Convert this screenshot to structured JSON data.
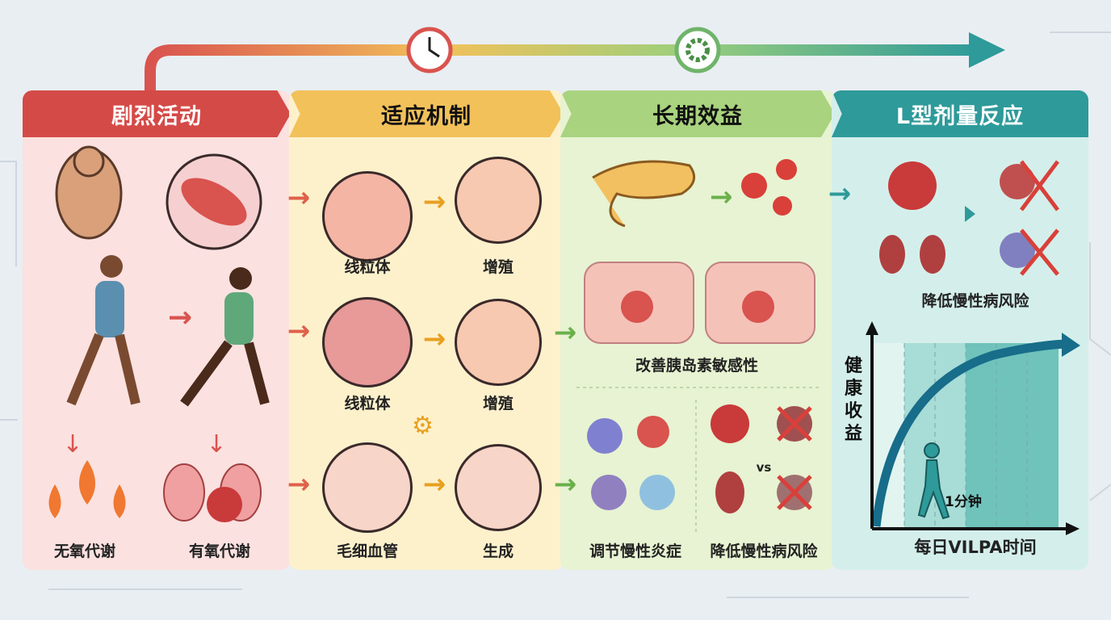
{
  "timeline": {
    "icons": [
      "clock-icon",
      "gear-icon"
    ],
    "colors": [
      "#d9534f",
      "#f2c15a",
      "#7cc07a",
      "#2e9a9a"
    ]
  },
  "panels": [
    {
      "title": "剧烈活动",
      "color": "#d44a47",
      "bg": "#fbe1e0",
      "labels": [
        "无氧代谢",
        "有氧代谢"
      ]
    },
    {
      "title": "适应机制",
      "color": "#f2c15a",
      "bg": "#fdf1cc",
      "labels": [
        "线粒体",
        "增殖",
        "线粒体",
        "增殖",
        "毛细血管",
        "生成"
      ]
    },
    {
      "title": "长期效益",
      "color": "#a9d37f",
      "bg": "#e7f3d2",
      "labels": [
        "改善胰岛素敏感性",
        "调节慢性炎症",
        "降低慢性病风险",
        "vs"
      ]
    },
    {
      "title": "L型剂量反应",
      "color": "#2e9a9a",
      "bg": "#d4efeb",
      "labels": [
        "降低慢性病风险"
      ]
    }
  ],
  "chart": {
    "ylabel": "健康收益",
    "xlabel": "每日VILPA时间",
    "annotation": "1分钟"
  }
}
